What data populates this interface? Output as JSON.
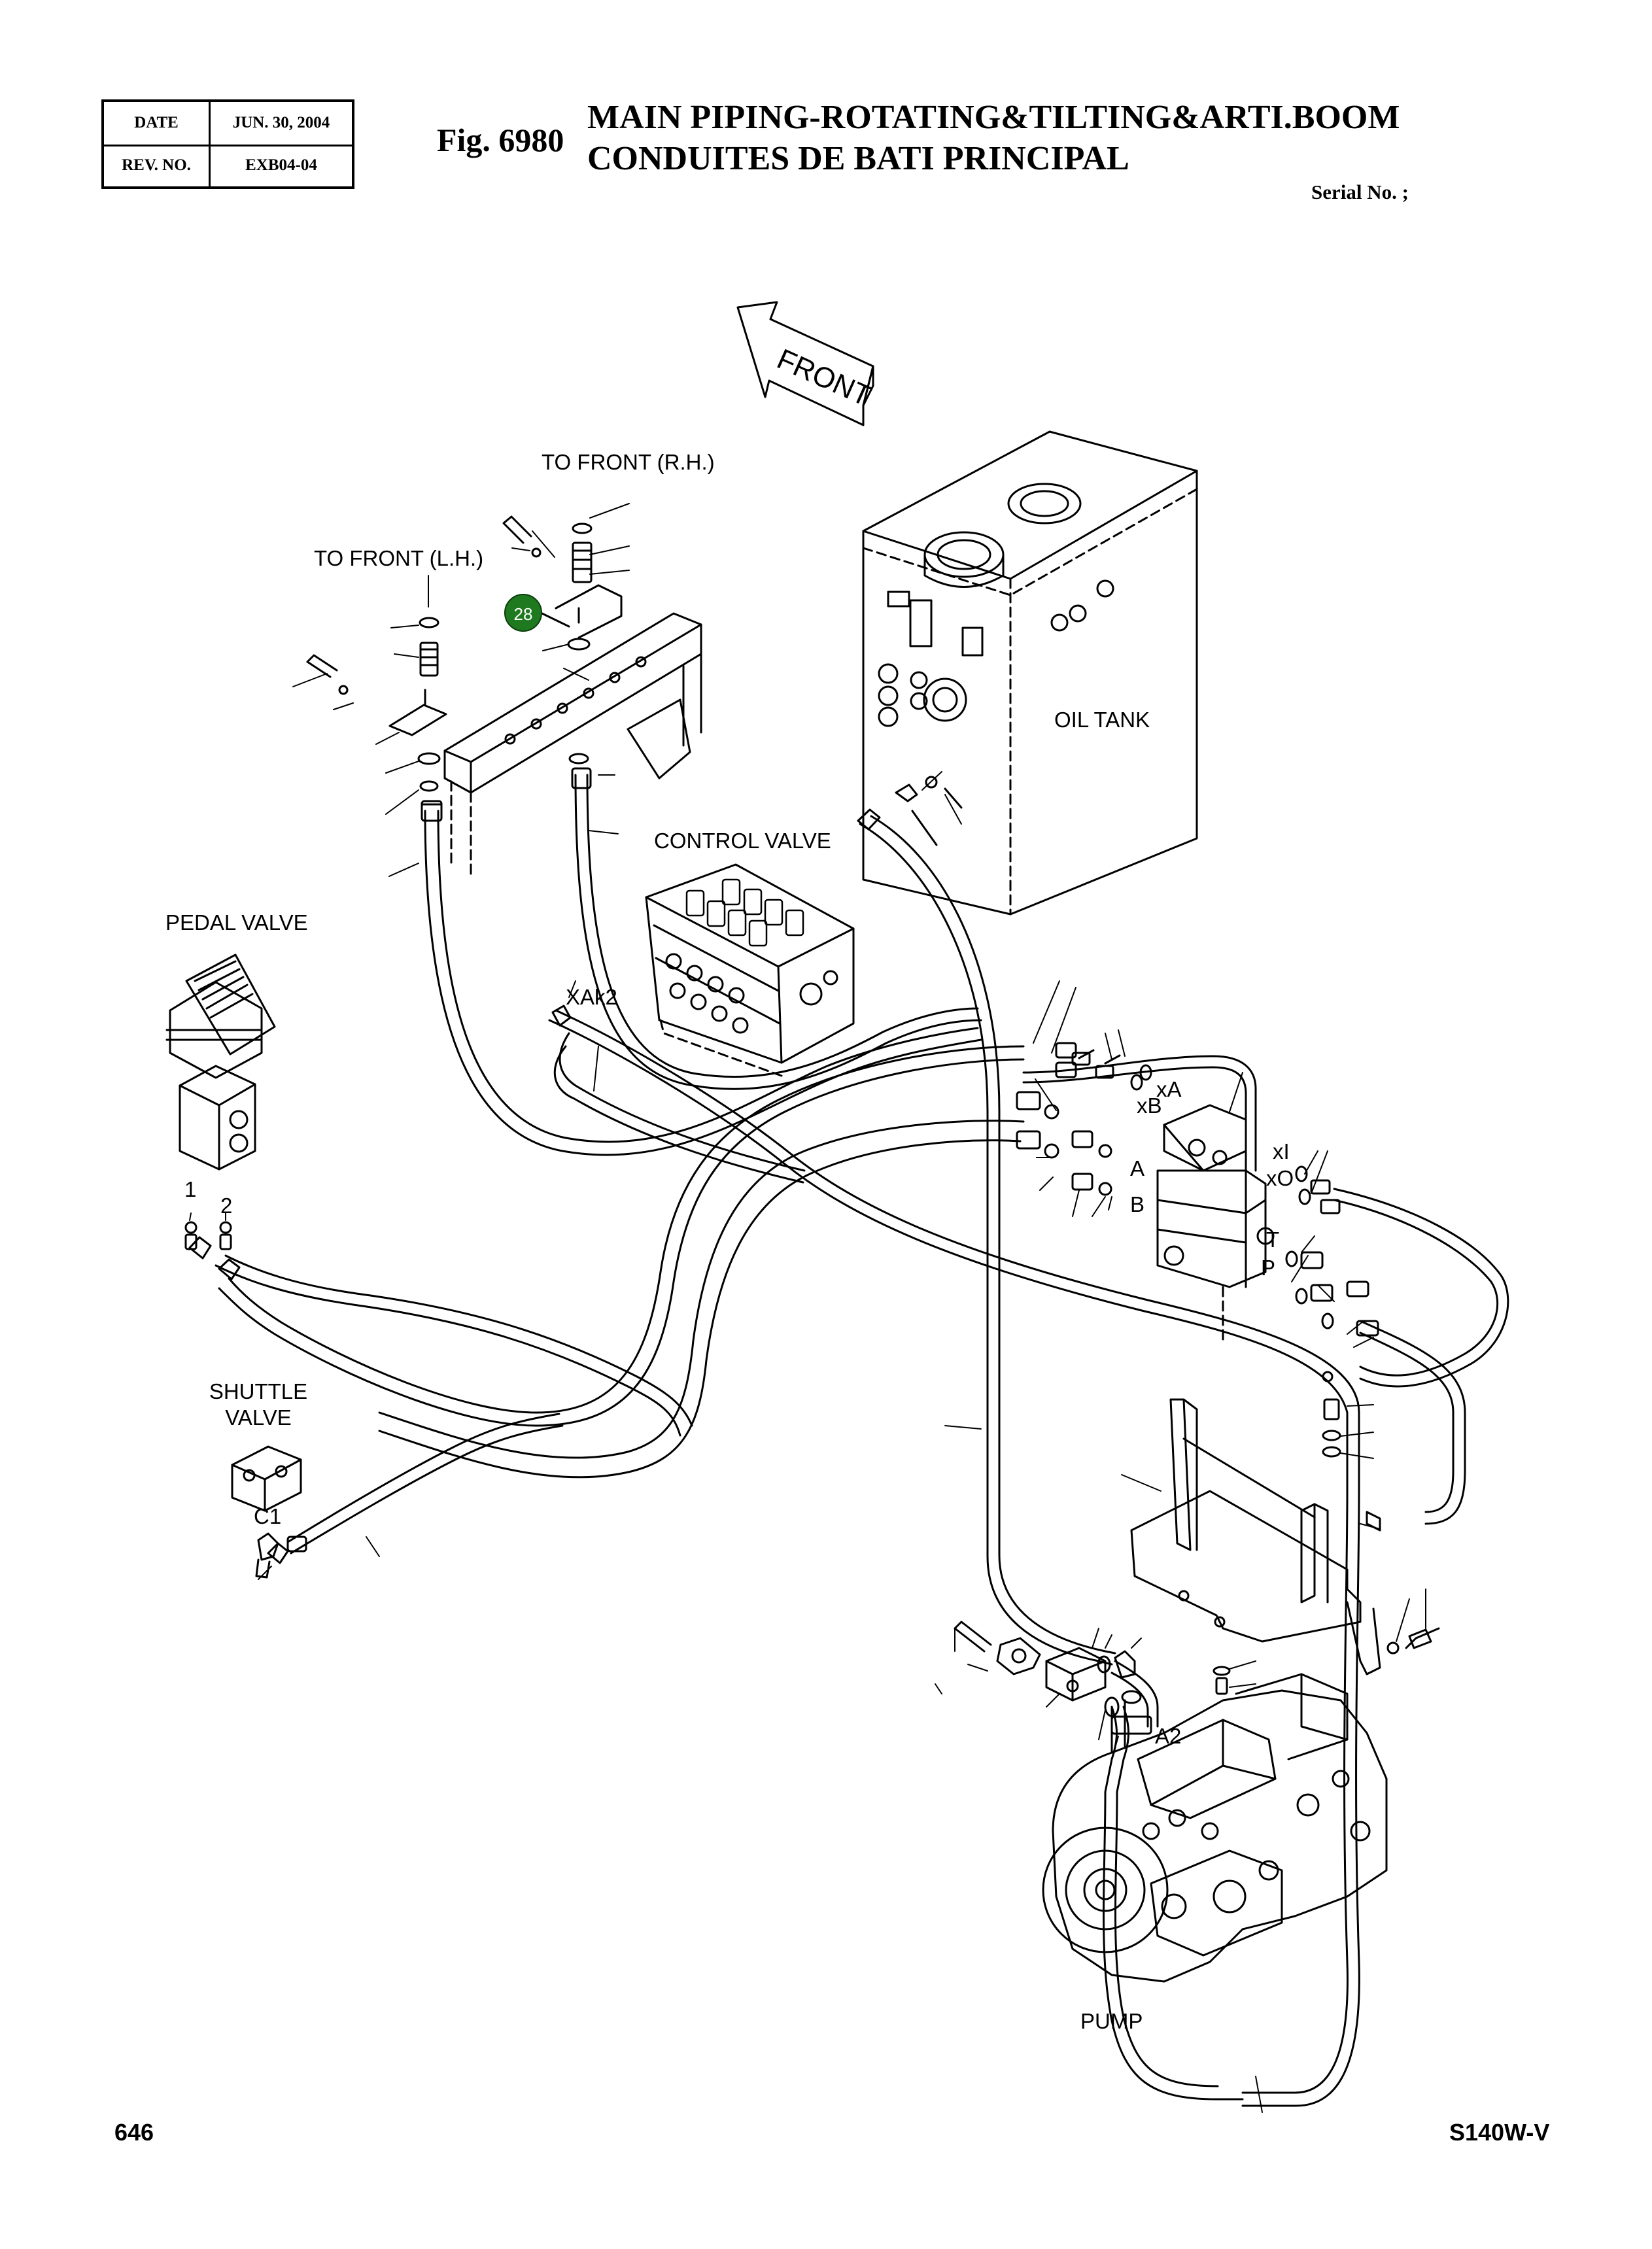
{
  "header": {
    "date_label": "DATE",
    "date_value": "JUN. 30, 2004",
    "rev_label": "REV. NO.",
    "rev_value": "EXB04-04",
    "figure_number": "Fig. 6980",
    "title_line1": "MAIN PIPING-ROTATING&TILTING&ARTI.BOOM",
    "title_line2": "CONDUITES DE BATI PRINCIPAL",
    "serial": "Serial No. ;"
  },
  "diagram": {
    "direction_arrow": "FRONT",
    "labels": {
      "to_front_rh": "TO FRONT (R.H.)",
      "to_front_lh": "TO FRONT (L.H.)",
      "oil_tank": "OIL TANK",
      "control_valve": "CONTROL VALVE",
      "pedal_valve": "PEDAL VALVE",
      "xak2": "XAk2",
      "shuttle_valve_l1": "SHUTTLE",
      "shuttle_valve_l2": "VALVE",
      "c1": "C1",
      "pump": "PUMP",
      "a2": "A2",
      "port_1": "1",
      "port_2": "2"
    },
    "ports": {
      "xa": "xA",
      "xb": "xB",
      "a": "A",
      "b": "B",
      "xi": "xI",
      "xo": "xO",
      "t": "T",
      "p": "P"
    },
    "callout_number": "28",
    "callout_color": "#1f7a1f"
  },
  "footer": {
    "page_number": "646",
    "model": "S140W-V"
  }
}
